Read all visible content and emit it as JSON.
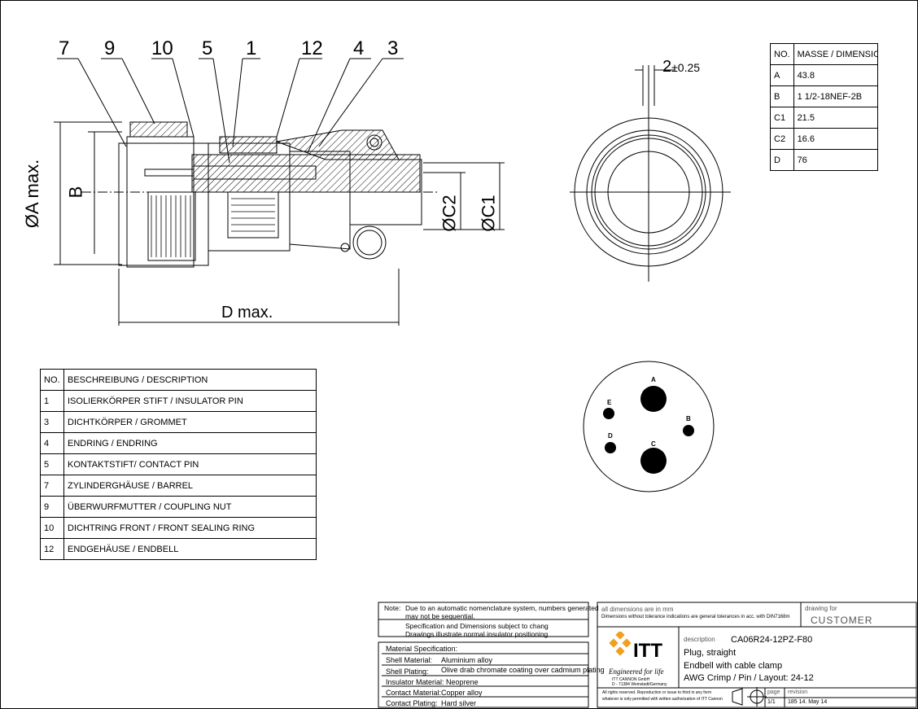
{
  "callouts": [
    "7",
    "9",
    "10",
    "5",
    "1",
    "12",
    "4",
    "3"
  ],
  "dims": {
    "a": "ØA max.",
    "b": "B",
    "c2": "ØC2",
    "c1": "ØC1",
    "d": "D max.",
    "tol": "2",
    "tol_val": "±0.25"
  },
  "dim_table": {
    "headers": [
      "NO.",
      "MASSE / DIMENSION"
    ],
    "rows": [
      [
        "A",
        "43.8"
      ],
      [
        "B",
        "1 1/2-18NEF-2B"
      ],
      [
        "C1",
        "21.5"
      ],
      [
        "C2",
        "16.6"
      ],
      [
        "D",
        "76"
      ]
    ]
  },
  "parts_table": {
    "headers": [
      "NO.",
      "BESCHREIBUNG / DESCRIPTION"
    ],
    "rows": [
      [
        "1",
        "ISOLIERKÖRPER STIFT / INSULATOR PIN"
      ],
      [
        "3",
        "DICHTKÖRPER / GROMMET"
      ],
      [
        "4",
        "ENDRING / ENDRING"
      ],
      [
        "5",
        "KONTAKTSTIFT/ CONTACT PIN"
      ],
      [
        "7",
        "ZYLINDERGHÄUSE / BARREL"
      ],
      [
        "9",
        "ÜBERWURFMUTTER / COUPLING NUT"
      ],
      [
        "10",
        "DICHTRING FRONT / FRONT SEALING RING"
      ],
      [
        "12",
        "ENDGEHÄUSE / ENDBELL"
      ]
    ]
  },
  "pins": [
    "A",
    "B",
    "C",
    "D",
    "E"
  ],
  "note": {
    "label": "Note:",
    "line1": "Due to an automatic nomenclature system, numbers generated",
    "line2": "may not be sequential.",
    "line3": "Specification and Dimensions subject to chang",
    "line4": "Drawings illustrate normal insulator positioning"
  },
  "material": {
    "title": "Material Specification:",
    "rows": [
      [
        "Shell Material:",
        "Aluminium alloy"
      ],
      [
        "Shell Plating:",
        "Olive drab chromate coating over cadmium plating"
      ],
      [
        "Insulator Material:",
        "Neoprene"
      ],
      [
        "Contact Material:",
        "Copper alloy"
      ],
      [
        "Contact Plating:",
        "Hard silver"
      ]
    ]
  },
  "titleblock": {
    "dims_unit": "all dimensions are in mm",
    "tolerance": "Dimensions without tolerance indications are general tolerances in acc. with DIN7168m",
    "drawing_for_label": "drawing for",
    "drawing_for": "CUSTOMER",
    "brand": "ITT",
    "tagline": "Engineered for life",
    "company1": "ITT CANNON GmbH",
    "company2": "D - 71384 Weinstadt/Germany",
    "desc_label": "description",
    "part_no": "CA06R24-12PZ-F80",
    "desc1": "Plug, straight",
    "desc2": "Endbell with cable clamp",
    "desc3": "AWG Crimp / Pin / Layout: 24-12",
    "rights1": "All rights reserved. Reproduction or issue to third in any form",
    "rights2": "whatever is only permitted with written authorization of ITT Cannon",
    "page_label": "page",
    "page": "1/1",
    "rev_label": "revision",
    "revision": "185 14. May 14"
  }
}
